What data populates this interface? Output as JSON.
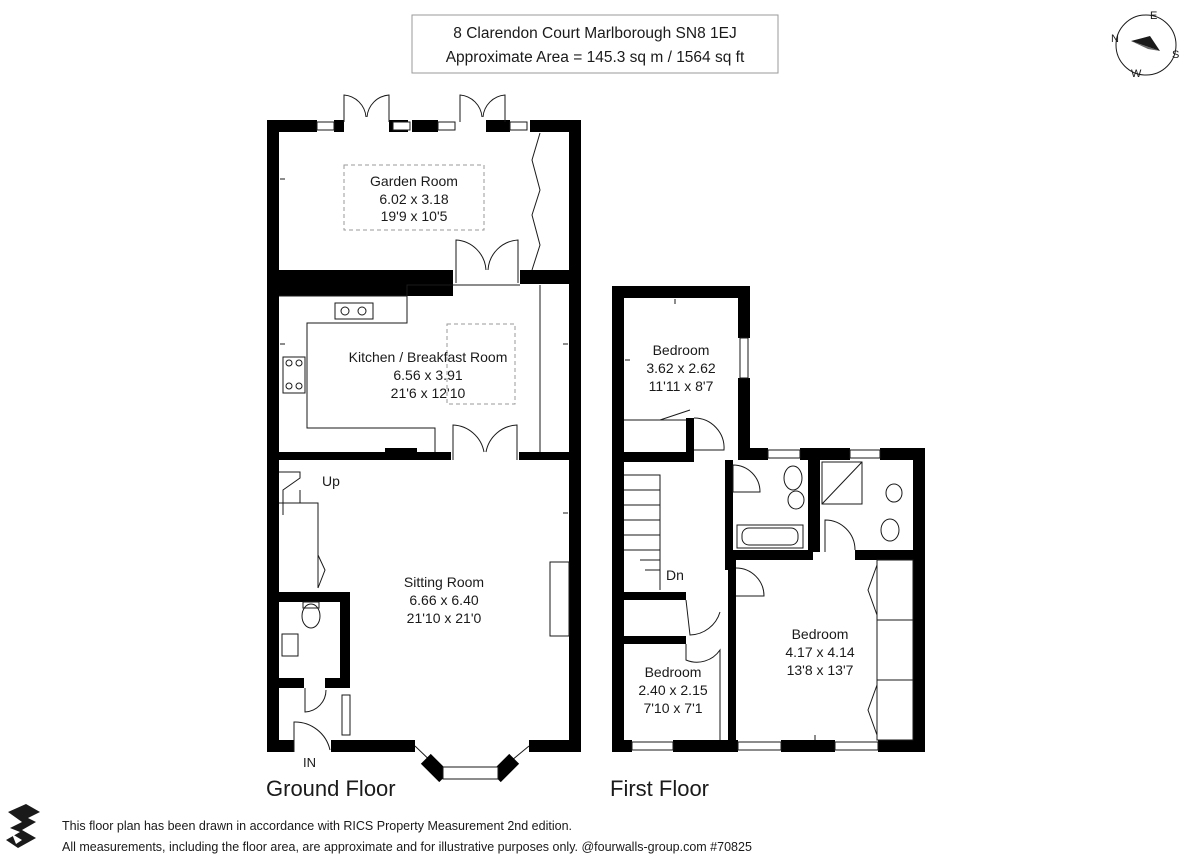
{
  "header": {
    "address": "8 Clarendon Court Marlborough SN8 1EJ",
    "area": "Approximate Area = 145.3 sq m / 1564 sq ft"
  },
  "compass": {
    "n": "N",
    "e": "E",
    "s": "S",
    "w": "W"
  },
  "floors": {
    "ground": {
      "label": "Ground Floor",
      "rooms": [
        {
          "name": "Garden Room",
          "metric": "6.02 x 3.18",
          "imperial": "19'9 x 10'5"
        },
        {
          "name": "Kitchen / Breakfast Room",
          "metric": "6.56 x 3.91",
          "imperial": "21'6 x 12'10"
        },
        {
          "name": "Sitting Room",
          "metric": "6.66 x 6.40",
          "imperial": "21'10 x 21'0"
        }
      ],
      "up_label": "Up",
      "in_label": "IN"
    },
    "first": {
      "label": "First Floor",
      "rooms": [
        {
          "name": "Bedroom",
          "metric": "3.62 x 2.62",
          "imperial": "11'11 x 8'7"
        },
        {
          "name": "Bedroom",
          "metric": "4.17 x 4.14",
          "imperial": "13'8 x 13'7"
        },
        {
          "name": "Bedroom",
          "metric": "2.40 x 2.15",
          "imperial": "7'10 x 7'1"
        }
      ],
      "dn_label": "Dn"
    }
  },
  "footer": {
    "line1": "This floor plan has been drawn in accordance with RICS Property Measurement 2nd edition.",
    "line2": "All measurements, including the floor area, are approximate and for illustrative purposes only. @fourwalls-group.com #70825"
  }
}
